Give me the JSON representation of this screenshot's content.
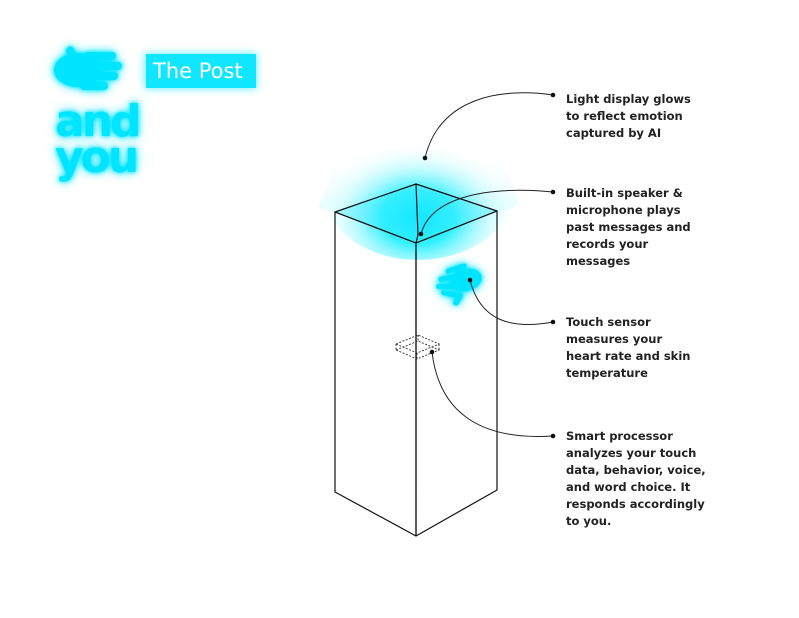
{
  "brand": {
    "logo_line1": "and",
    "logo_line2": "you",
    "badge_label": "The Post",
    "accent_color": "#00e5ff",
    "logo_icon": "hand-icon"
  },
  "device": {
    "touch_icon": "hand-icon",
    "processor_icon": "chip-outline-icon"
  },
  "callouts": [
    {
      "id": "light-display",
      "lines": [
        "Light display glows",
        "to reflect emotion",
        "captured by AI"
      ]
    },
    {
      "id": "speaker-mic",
      "lines": [
        "Built-in speaker &",
        "microphone plays",
        "past messages and",
        "records your",
        "messages"
      ]
    },
    {
      "id": "touch-sensor",
      "lines": [
        "Touch sensor",
        "measures your",
        "heart rate and skin",
        "temperature"
      ]
    },
    {
      "id": "smart-processor",
      "lines": [
        "Smart processor",
        "analyzes your touch",
        "data, behavior, voice,",
        "and word choice. It",
        "responds accordingly",
        "to you."
      ]
    }
  ]
}
